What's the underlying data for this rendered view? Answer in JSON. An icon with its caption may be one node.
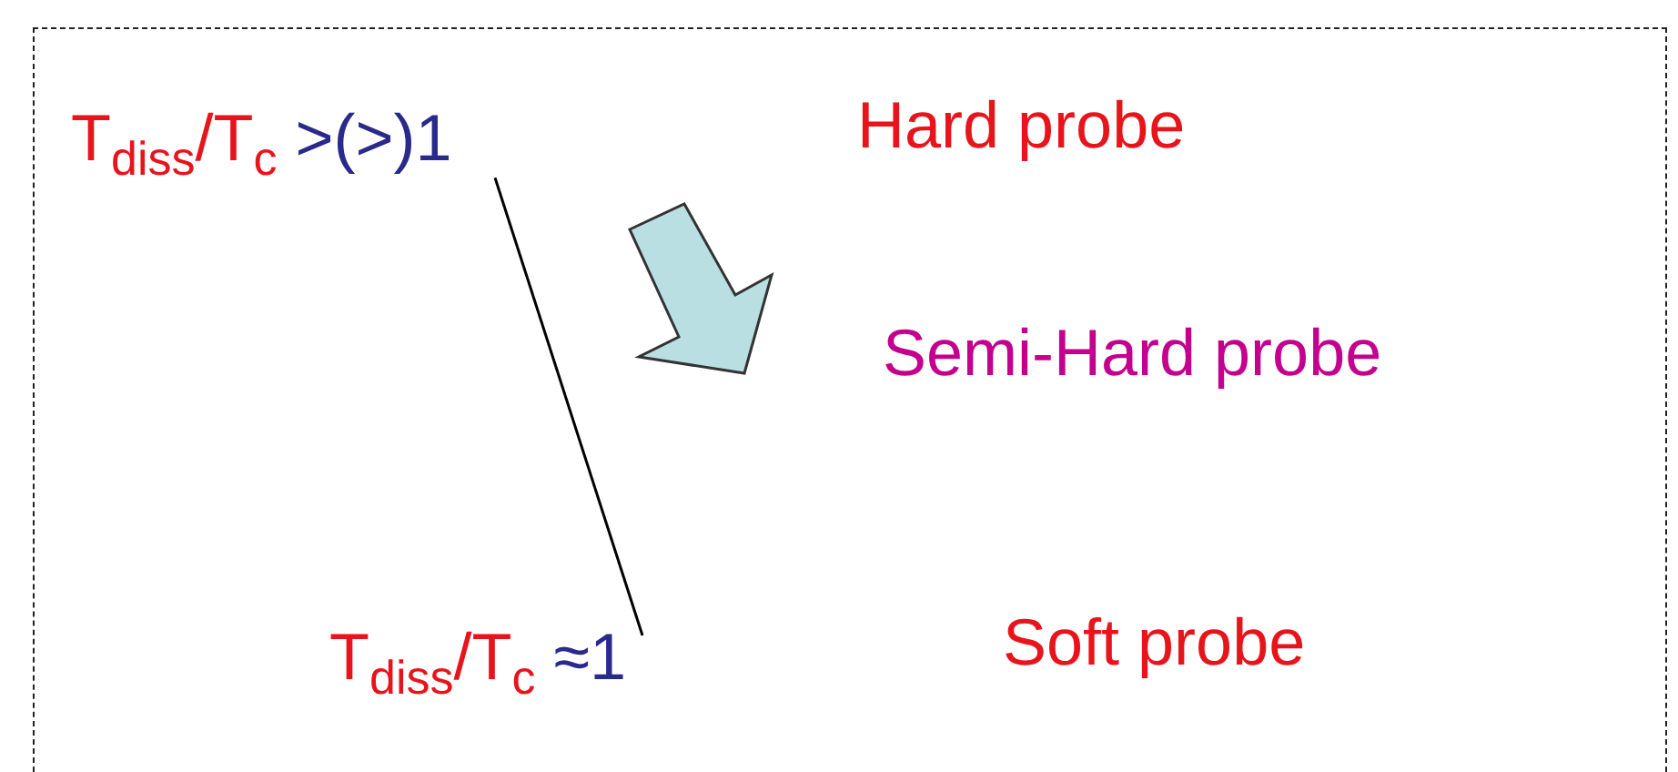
{
  "diagram": {
    "nodes": [
      {
        "text": [],
        "shape": "box"
      },
      {
        "text": [
          "T$_{diss}$/T$_{c}$ >(>)1"
        ],
        "in": 0
      },
      {
        "text": [
          "Hard probe"
        ],
        "in": 0
      },
      {
        "text": [
          "Semi-Hard probe"
        ],
        "in": 0
      },
      {
        "text": [
          "T$_{diss}$/T$_{c}$ ≈1"
        ],
        "in": 0
      },
      {
        "text": [
          "Soft probe"
        ],
        "in": 0
      }
    ],
    "edges": [
      {
        "from": 1,
        "to": 4,
        "arrow": "none"
      }
    ]
  }
}
